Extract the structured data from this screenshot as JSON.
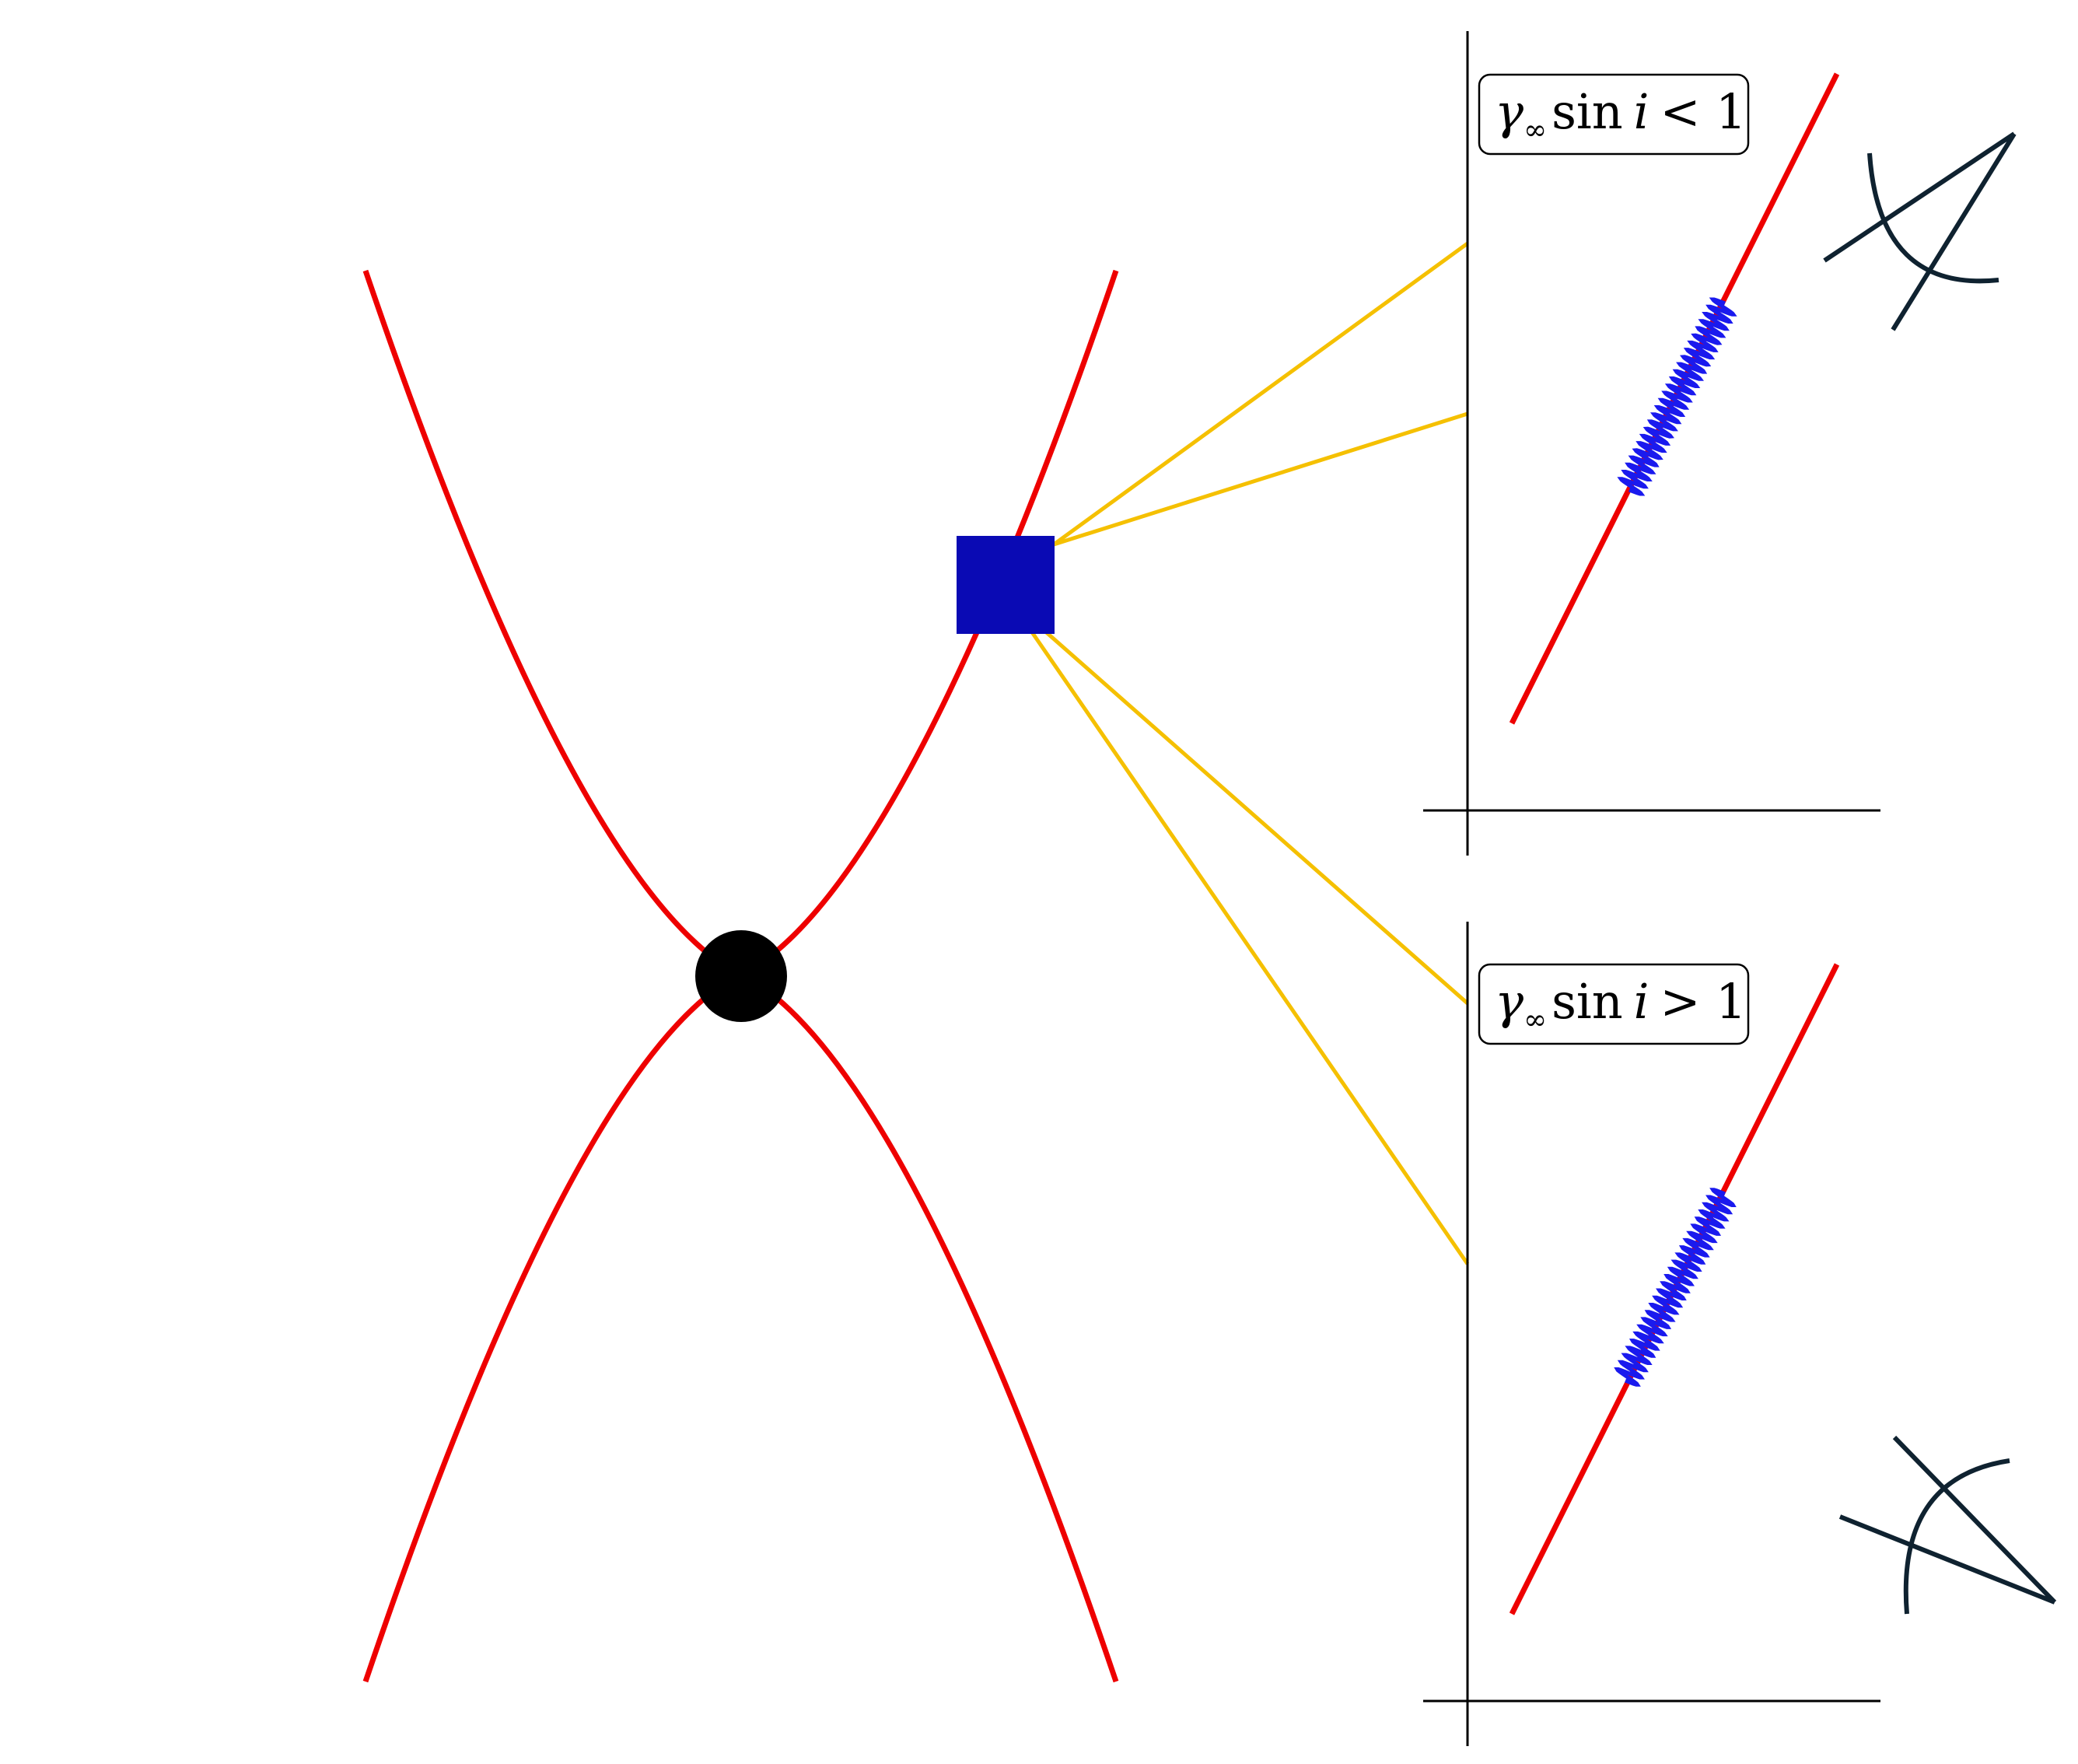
{
  "colors": {
    "hyperbola": "#ee0000",
    "connector": "#f5c000",
    "wave": "#1a1aee",
    "marker_square": "#0a0ab4",
    "marker_circle": "#000000",
    "axes": "#000000",
    "angle_icon": "#0f2230"
  },
  "panels": [
    {
      "label": {
        "gamma": "γ",
        "subscript": "∞",
        "func": "sin",
        "var": "i",
        "relation": "< 1"
      }
    },
    {
      "label": {
        "gamma": "γ",
        "subscript": "∞",
        "func": "sin",
        "var": "i",
        "relation": "> 1"
      }
    }
  ]
}
